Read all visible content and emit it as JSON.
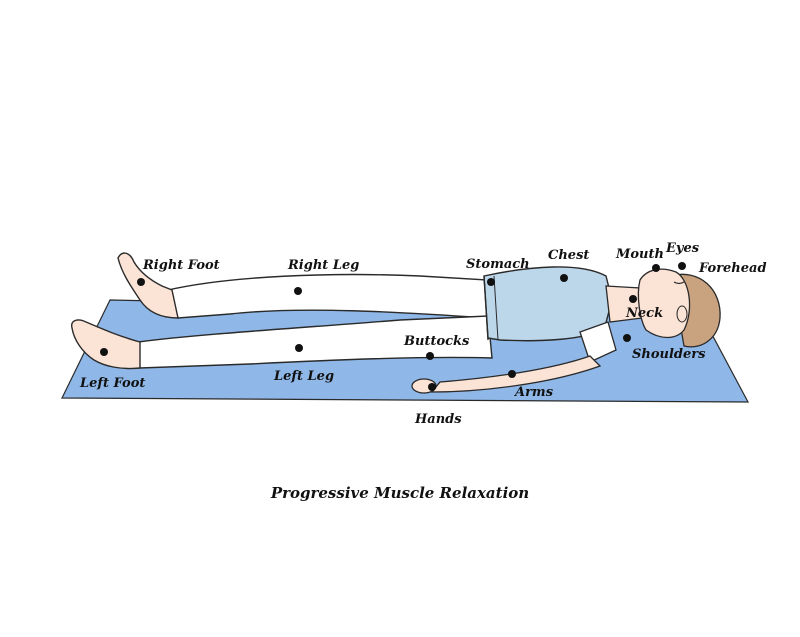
{
  "caption": "Progressive Muscle Relaxation",
  "labels": {
    "right_foot": "Right Foot",
    "right_leg": "Right Leg",
    "stomach": "Stomach",
    "chest": "Chest",
    "mouth": "Mouth",
    "eyes": "Eyes",
    "forehead": "Forehead",
    "neck": "Neck",
    "shoulders": "Shoulders",
    "buttocks": "Buttocks",
    "left_foot": "Left Foot",
    "left_leg": "Left Leg",
    "arms": "Arms",
    "hands": "Hands"
  },
  "colors": {
    "mat": "#8fb8e8",
    "shirt": "#bcd6ea",
    "pants": "#ffffff",
    "skin": "#fbe3d6",
    "hair": "#c9a27f",
    "outline": "#2a2a2a",
    "dot": "#111111"
  }
}
